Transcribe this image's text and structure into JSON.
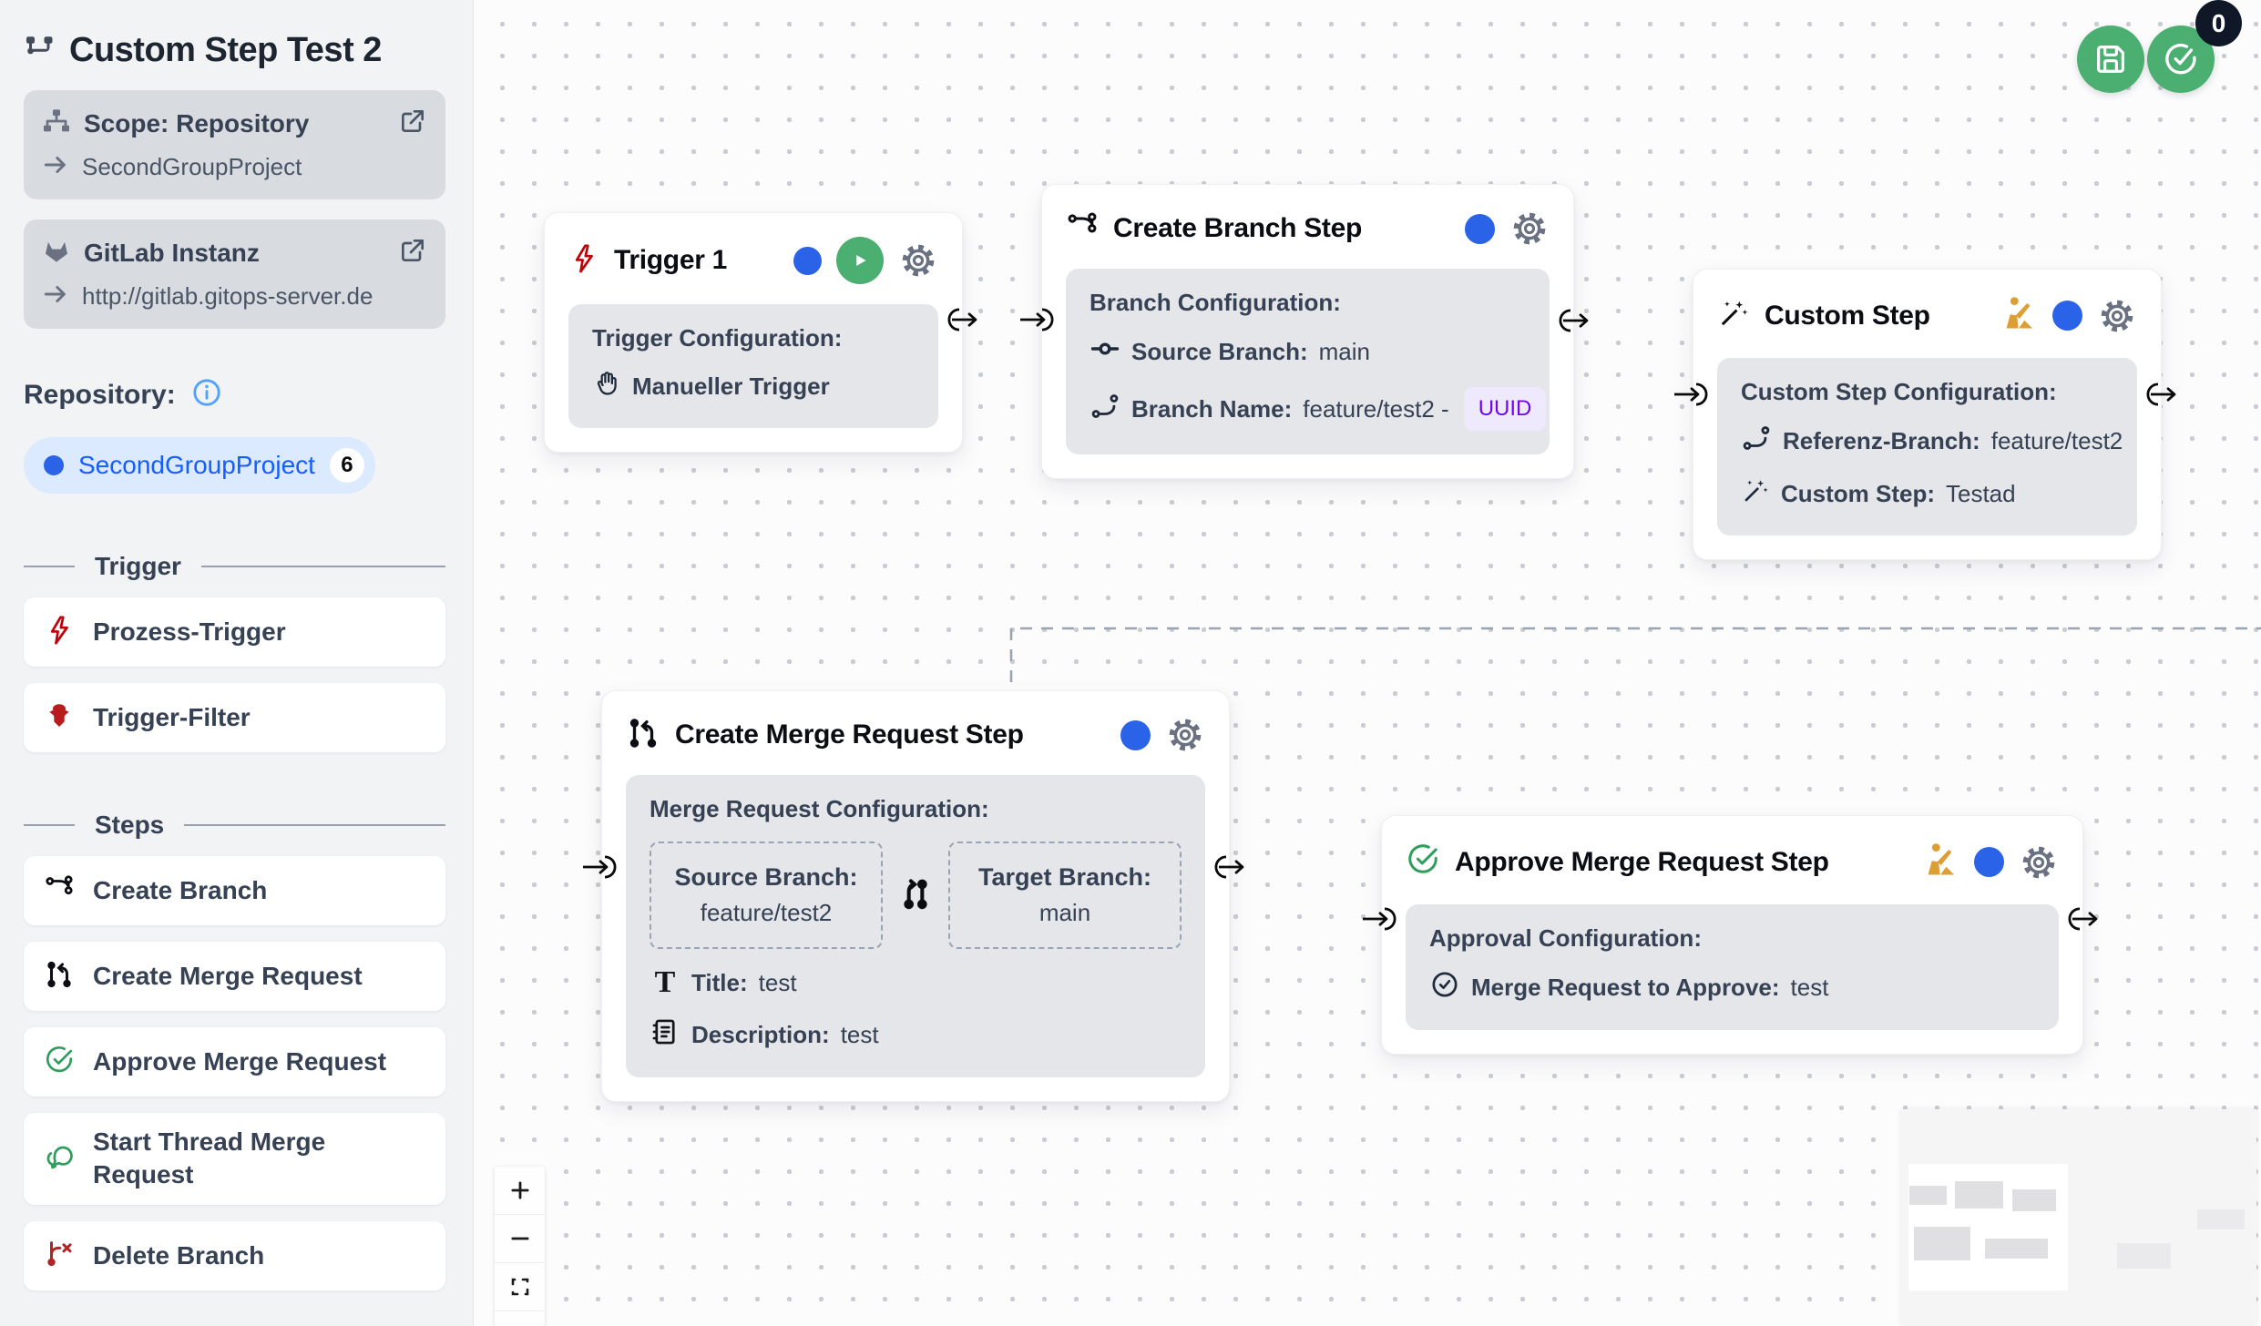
{
  "sidebar": {
    "title": "Custom Step Test 2",
    "scope_card": {
      "title": "Scope: Repository",
      "value": "SecondGroupProject"
    },
    "gitlab_card": {
      "title": "GitLab Instanz",
      "value": "http://gitlab.gitops-server.de"
    },
    "repository_label": "Repository:",
    "repository_pill": {
      "name": "SecondGroupProject",
      "count": "6"
    },
    "section_trigger": "Trigger",
    "section_steps": "Steps",
    "trigger_items": [
      {
        "label": "Prozess-Trigger",
        "icon": "bolt-icon"
      },
      {
        "label": "Trigger-Filter",
        "icon": "filter-icon"
      }
    ],
    "step_items": [
      {
        "label": "Create Branch",
        "icon": "git-branch-icon"
      },
      {
        "label": "Create Merge Request",
        "icon": "git-merge-request-icon"
      },
      {
        "label": "Approve Merge Request",
        "icon": "check-circle-icon"
      },
      {
        "label": "Start Thread Merge Request",
        "icon": "chat-icon"
      },
      {
        "label": "Delete Branch",
        "icon": "delete-branch-icon"
      }
    ]
  },
  "canvas": {
    "trigger_node": {
      "title": "Trigger 1",
      "config_title": "Trigger Configuration:",
      "trigger_value": "Manueller Trigger"
    },
    "create_branch_node": {
      "title": "Create Branch Step",
      "config_title": "Branch Configuration:",
      "source_label": "Source Branch:",
      "source_value": "main",
      "name_label": "Branch Name:",
      "name_value": "feature/test2 -",
      "uuid_badge": "UUID"
    },
    "custom_step_node": {
      "title": "Custom Step",
      "config_title": "Custom Step Configuration:",
      "ref_label": "Referenz-Branch:",
      "ref_value": "feature/test2",
      "step_label": "Custom Step:",
      "step_value": "Testad"
    },
    "create_mr_node": {
      "title": "Create Merge Request Step",
      "config_title": "Merge Request Configuration:",
      "source_box_label": "Source Branch:",
      "source_box_value": "feature/test2",
      "target_box_label": "Target Branch:",
      "target_box_value": "main",
      "title_label": "Title:",
      "title_value": "test",
      "desc_label": "Description:",
      "desc_value": "test",
      "t_glyph": "T"
    },
    "approve_node": {
      "title": "Approve Merge Request Step",
      "config_title": "Approval Configuration:",
      "approve_label": "Merge Request to Approve:",
      "approve_value": "test"
    },
    "toolbar": {
      "badge_count": "0"
    },
    "controls": {
      "zoom_in": "+",
      "zoom_out": "−"
    }
  },
  "colors": {
    "accent_blue": "#2b63e8",
    "button_green": "#4caf72",
    "trigger_red": "#c10007",
    "badge_navy": "#101828",
    "uuid_purple": "#7008e7",
    "pill_blue_bg": "#dbeafe",
    "panel_gray": "#e4e6ea",
    "worker_orange": "#dd9f33"
  }
}
